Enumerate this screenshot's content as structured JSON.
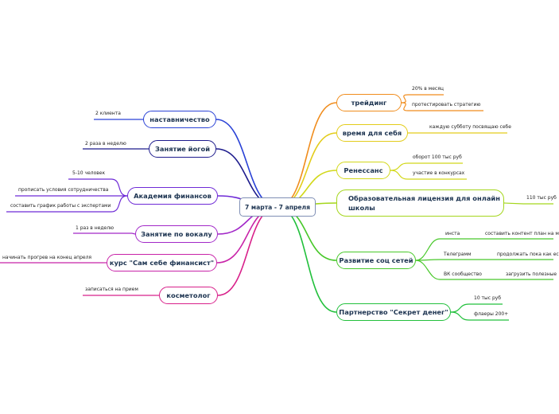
{
  "center": "7 марта - 7 апреля",
  "left": [
    {
      "label": "наставничество",
      "color": "#2a42d6",
      "leaves": [
        "2 клиента"
      ]
    },
    {
      "label": "Занятие йогой",
      "color": "#1c1a8c",
      "leaves": [
        "2 раза в неделю"
      ]
    },
    {
      "label": "Академия финансов",
      "color": "#6e2ad6",
      "leaves": [
        "5-10 человек",
        "прописать условия сотрудничества",
        "составить график работы с экспертами"
      ]
    },
    {
      "label": "Занятие по вокалу",
      "color": "#a228c8",
      "leaves": [
        "1 раз в неделю"
      ]
    },
    {
      "label": "курс \"Сам себе финансист\"",
      "color": "#c823a8",
      "leaves": [
        "начинать прогрев на конец апреля"
      ]
    },
    {
      "label": "косметолог",
      "color": "#d8208a",
      "leaves": [
        "записаться на прием"
      ]
    }
  ],
  "right": [
    {
      "label": "трейдинг",
      "color": "#f08c1c",
      "leaves": [
        "20% в месяц",
        "протестировать стратегию"
      ]
    },
    {
      "label": "время для себя",
      "color": "#e3cc1a",
      "leaves": [
        "каждую субботу посвящаю себе"
      ]
    },
    {
      "label": "Ренессанс",
      "color": "#d2d81a",
      "leaves": [
        "оборот 100 тыс руб",
        "участие в конкурсах"
      ]
    },
    {
      "label": "Образовательная лицензия для онлайн школы",
      "color": "#a4d61c",
      "leaves": [
        "110 тыс руб"
      ]
    },
    {
      "label": "Развитие соц сетей",
      "color": "#48c82a",
      "leaves": [
        {
          "label": "инста",
          "sub": "составить контент план на м"
        },
        {
          "label": "Телеграмм",
          "sub": "продолжать пока как ес"
        },
        {
          "label": "ВК сообщество",
          "sub": "загрузить полезные"
        }
      ]
    },
    {
      "label": "Партнерство \"Секрет денег\"",
      "color": "#22c03c",
      "leaves": [
        "10 тыс руб",
        "флаеры 200+"
      ]
    }
  ]
}
